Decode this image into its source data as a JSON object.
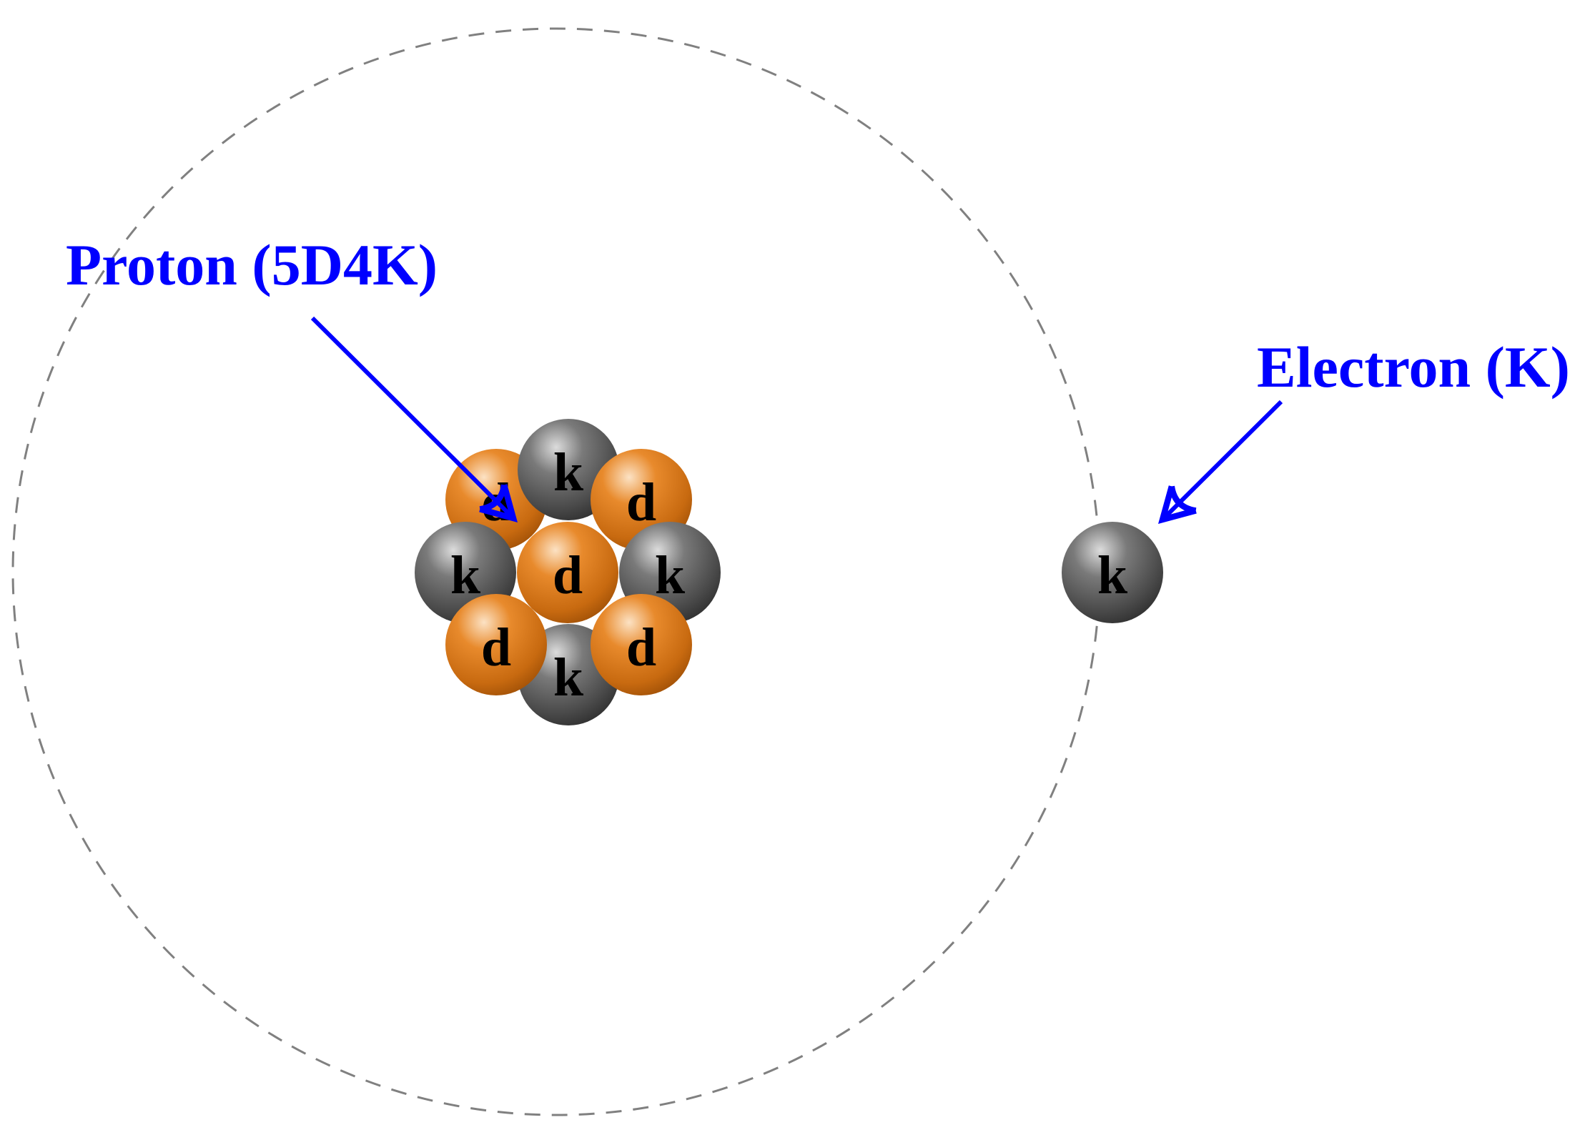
{
  "proton_label": "Proton (5D4K)",
  "electron_label": "Electron (K)",
  "particles": {
    "d_letter": "d",
    "k_letter": "k"
  },
  "colors": {
    "label": "#0000ff",
    "arrow": "#0000ff",
    "orbit": "#808080",
    "d_particle": "#d9731a",
    "k_particle": "#5a5a5a"
  }
}
